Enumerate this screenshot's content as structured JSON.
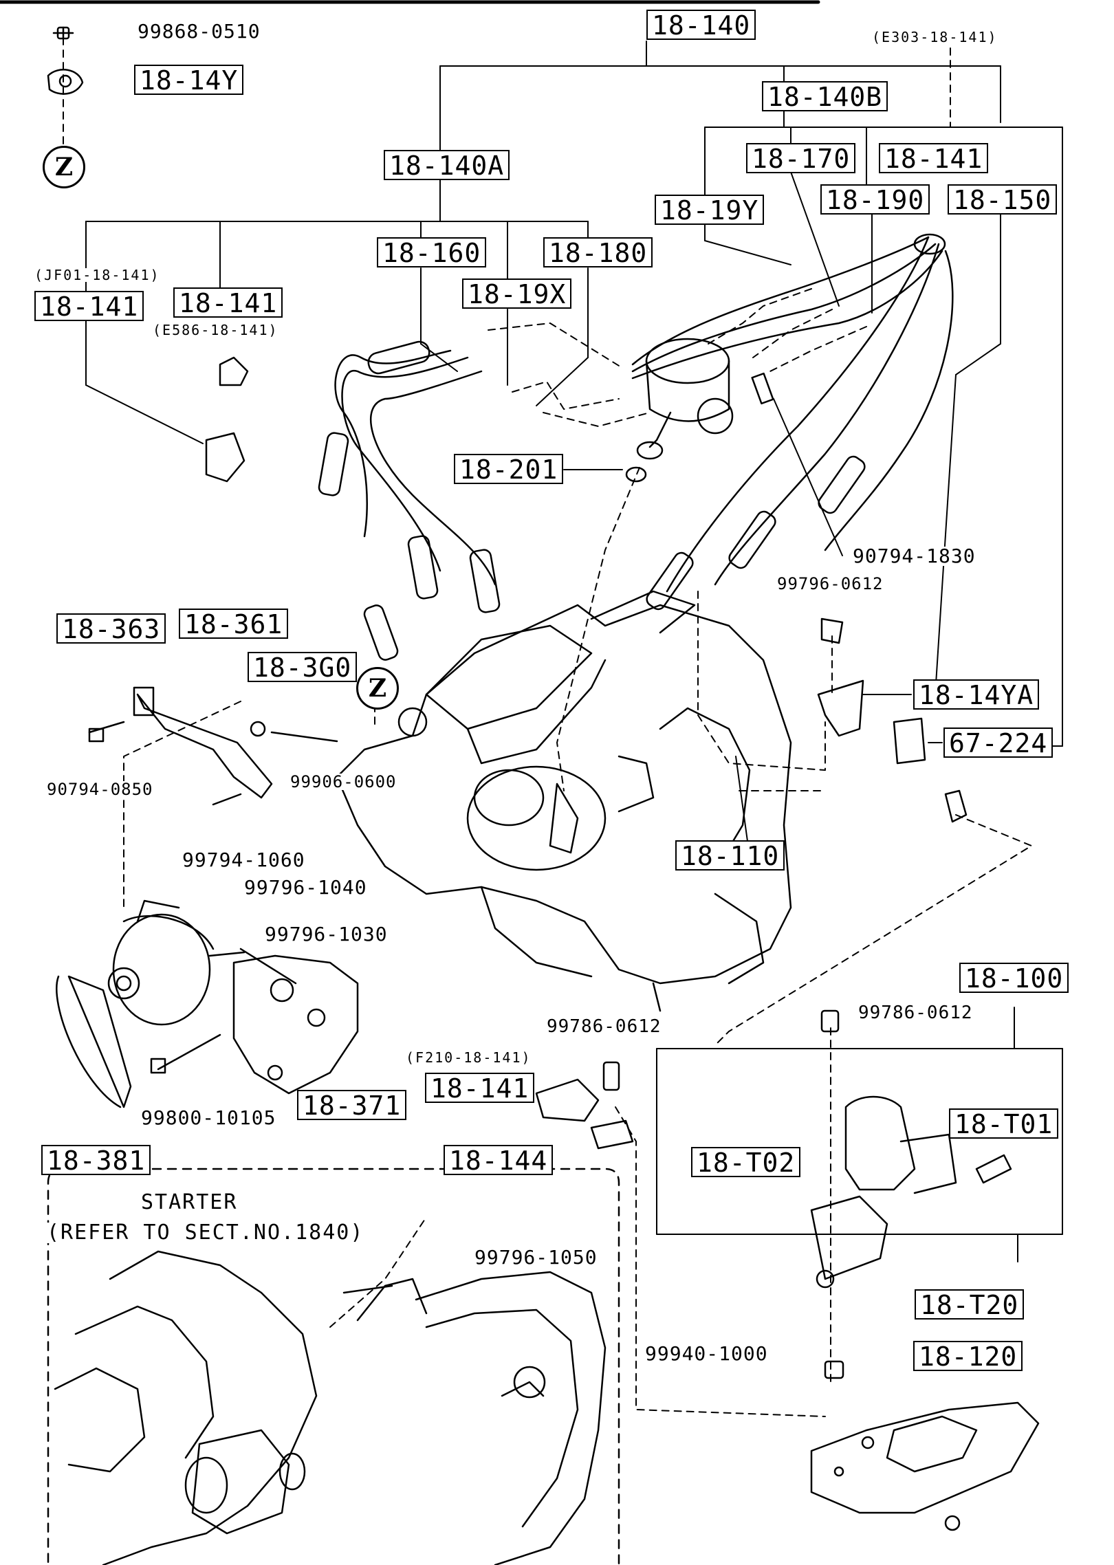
{
  "callouts": {
    "c18_140": "18-140",
    "c18_140B": "18-140B",
    "c18_140A": "18-140A",
    "c18_170": "18-170",
    "c18_141_top": "18-141",
    "c18_19Y": "18-19Y",
    "c18_190": "18-190",
    "c18_150": "18-150",
    "c18_160": "18-160",
    "c18_180": "18-180",
    "c18_19X": "18-19X",
    "c18_141_left": "18-141",
    "c18_141_mid": "18-141",
    "c18_201": "18-201",
    "c18_14Y": "18-14Y",
    "c18_363": "18-363",
    "c18_361": "18-361",
    "c18_3G0": "18-3G0",
    "c18_14YA": "18-14YA",
    "c67_224": "67-224",
    "c18_110": "18-110",
    "c18_100": "18-100",
    "c18_371": "18-371",
    "c18_381": "18-381",
    "c18_141_low": "18-141",
    "c18_144": "18-144",
    "c18_T01": "18-T01",
    "c18_T02": "18-T02",
    "c18_T20": "18-T20",
    "c18_120": "18-120"
  },
  "part_numbers": {
    "p99868_0510": "99868-0510",
    "p90794_1830": "90794-1830",
    "p99796_0612": "99796-0612",
    "p90794_0850": "90794-0850",
    "p99906_0600": "99906-0600",
    "p99794_1060": "99794-1060",
    "p99796_1040": "99796-1040",
    "p99796_1030": "99796-1030",
    "p99786_0612_mid": "99786-0612",
    "p99786_0612_right": "99786-0612",
    "p99800_10105": "99800-10105",
    "p99796_1050": "99796-1050",
    "p99940_1000": "99940-1000"
  },
  "references": {
    "r_E303": "(E303-18-141)",
    "r_JF01": "(JF01-18-141)",
    "r_E586": "(E586-18-141)",
    "r_F210": "(F210-18-141)"
  },
  "markers": {
    "z_top": "Z",
    "z_mid": "Z"
  },
  "starter": {
    "title": "STARTER",
    "ref": "(REFER TO SECT.NO.1840)"
  }
}
